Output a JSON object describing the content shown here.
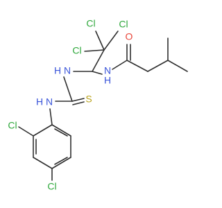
{
  "molecule": {
    "colors": {
      "bond": "#2f2f2f",
      "chlorine": "#2fa83c",
      "nitrogen": "#3a55d9",
      "oxygen": "#e8463a",
      "sulfur": "#b9a21a"
    },
    "atoms": {
      "cl_top_left": "Cl",
      "cl_top_right": "Cl",
      "cl_left": "Cl",
      "cl_ring_ortho": "Cl",
      "cl_ring_para": "Cl",
      "oxygen": "O",
      "sulfur": "S",
      "n_amide": "N",
      "h_amide": "H",
      "n_thiourea_top": "N",
      "h_thiourea_top": "H",
      "n_thiourea_bottom": "N",
      "h_thiourea_bottom": "H"
    }
  }
}
